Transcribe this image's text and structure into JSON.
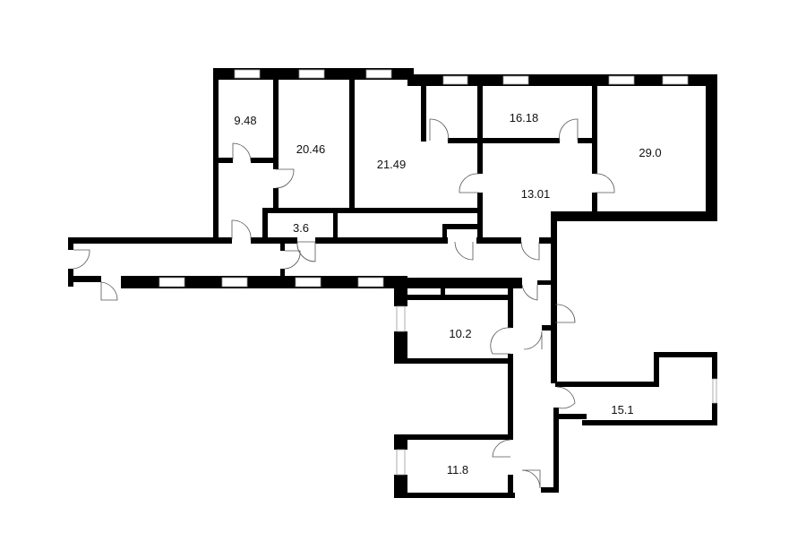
{
  "rooms": [
    {
      "id": "room-a",
      "area": "9.48"
    },
    {
      "id": "room-b",
      "area": "20.46"
    },
    {
      "id": "room-c",
      "area": "21.49"
    },
    {
      "id": "room-d",
      "area": "16.18"
    },
    {
      "id": "room-e",
      "area": "29.0"
    },
    {
      "id": "room-f",
      "area": "13.01"
    },
    {
      "id": "room-g",
      "area": "3.6"
    },
    {
      "id": "room-h",
      "area": "10.2"
    },
    {
      "id": "room-i",
      "area": "15.1"
    },
    {
      "id": "room-j",
      "area": "11.8"
    }
  ]
}
